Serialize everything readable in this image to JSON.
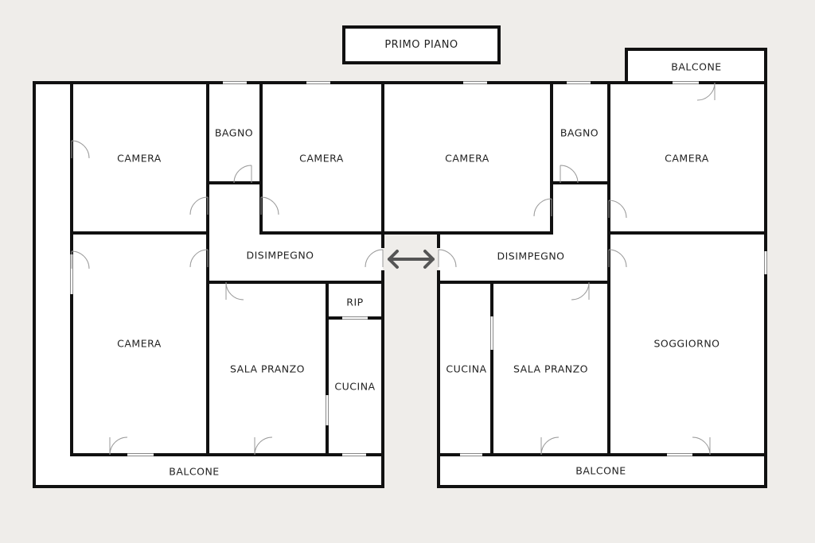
{
  "title": "PRIMO PIANO",
  "rooms": {
    "balcone_top": "BALCONE",
    "camera_1": "CAMERA",
    "bagno_1": "BAGNO",
    "camera_2": "CAMERA",
    "camera_3": "CAMERA",
    "bagno_2": "BAGNO",
    "camera_4": "CAMERA",
    "disimpegno_1": "DISIMPEGNO",
    "disimpegno_2": "DISIMPEGNO",
    "camera_5": "CAMERA",
    "sala_pranzo_1": "SALA PRANZO",
    "rip": "RIP",
    "cucina_1": "CUCINA",
    "cucina_2": "CUCINA",
    "sala_pranzo_2": "SALA PRANZO",
    "soggiorno": "SOGGIORNO",
    "balcone_1": "BALCONE",
    "balcone_2": "BALCONE"
  },
  "colors": {
    "wall": "#111111",
    "floor": "#ffffff",
    "background": "#efedea",
    "arrow": "#555555"
  }
}
